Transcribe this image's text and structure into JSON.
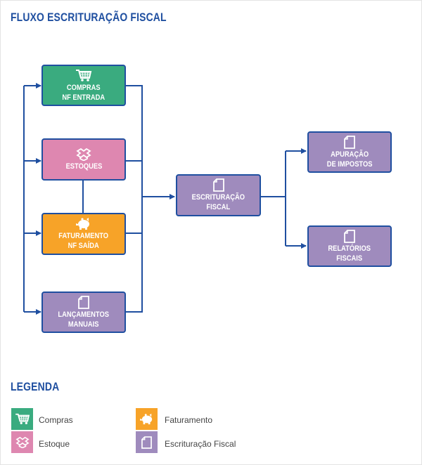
{
  "title": "FLUXO ESCRITURAÇÃO FISCAL",
  "legend_title": "LEGENDA",
  "colors": {
    "compras": "#3aab7f",
    "estoque": "#de87b0",
    "faturamento": "#f7a328",
    "escrituracao": "#9f8bbd",
    "line": "#1f4fa0",
    "title": "#1f4fa0"
  },
  "nodes": {
    "compras": {
      "label": "COMPRAS\nNF ENTRADA",
      "icon": "cart-icon"
    },
    "estoques": {
      "label": "ESTOQUES",
      "icon": "box-icon"
    },
    "faturamento": {
      "label": "FATURAMENTO\nNF SAÍDA",
      "icon": "piggy-bank-icon"
    },
    "lancamentos": {
      "label": "LANÇAMENTOS\nMANUAIS",
      "icon": "document-icon"
    },
    "escrituracao": {
      "label": "ESCRITURAÇÃO\nFISCAL",
      "icon": "document-icon"
    },
    "apuracao": {
      "label": "APURAÇÃO\nDE IMPOSTOS",
      "icon": "document-icon"
    },
    "relatorios": {
      "label": "RELATÓRIOS\nFISCAIS",
      "icon": "document-icon"
    }
  },
  "legend": {
    "compras": {
      "label": "Compras",
      "icon": "cart-icon"
    },
    "estoque": {
      "label": "Estoque",
      "icon": "box-icon"
    },
    "faturamento": {
      "label": "Faturamento",
      "icon": "piggy-bank-icon"
    },
    "escrituracao": {
      "label": "Escrituração Fiscal",
      "icon": "document-icon"
    }
  }
}
